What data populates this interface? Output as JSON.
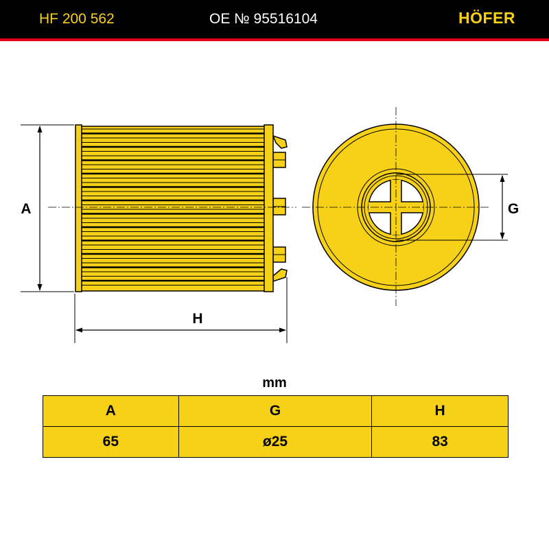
{
  "header": {
    "part_number": "HF 200 562",
    "oe_number": "OE № 95516104",
    "brand": "HÖFER"
  },
  "colors": {
    "header_bg": "#000000",
    "accent_stripe": "#e3001b",
    "brand_yellow": "#f7d117",
    "filter_fill": "#f7d117",
    "line": "#000000"
  },
  "drawing": {
    "side_view_label_height": "A",
    "side_view_label_length": "H",
    "end_view_label_inner": "G"
  },
  "table": {
    "unit": "mm",
    "headers": [
      "A",
      "G",
      "H"
    ],
    "values": [
      "65",
      "ø25",
      "83"
    ]
  }
}
